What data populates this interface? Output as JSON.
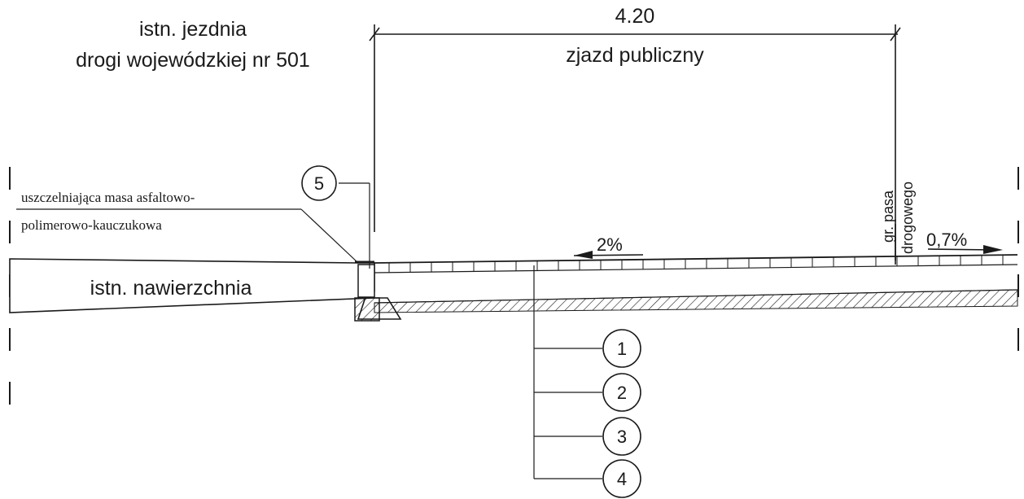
{
  "labels": {
    "existing_road_line1": "istn. jezdnia",
    "existing_road_line2": "drogi wojewódzkiej nr 501",
    "dimension_value": "4.20",
    "dimension_caption": "zjazd publiczny",
    "boundary_line1": "gr. pasa",
    "boundary_line2": "drogowego",
    "sealant_line1": "uszczelniająca masa asfaltowo-",
    "sealant_line2": "polimerowo-kauczukowa",
    "existing_surface": "istn. nawierzchnia",
    "slope_main": "2%",
    "slope_outer": "0,7%"
  },
  "callouts": [
    "1",
    "2",
    "3",
    "4",
    "5"
  ],
  "colors": {
    "ink": "#1a1a1a",
    "fill": "#ffffff"
  }
}
